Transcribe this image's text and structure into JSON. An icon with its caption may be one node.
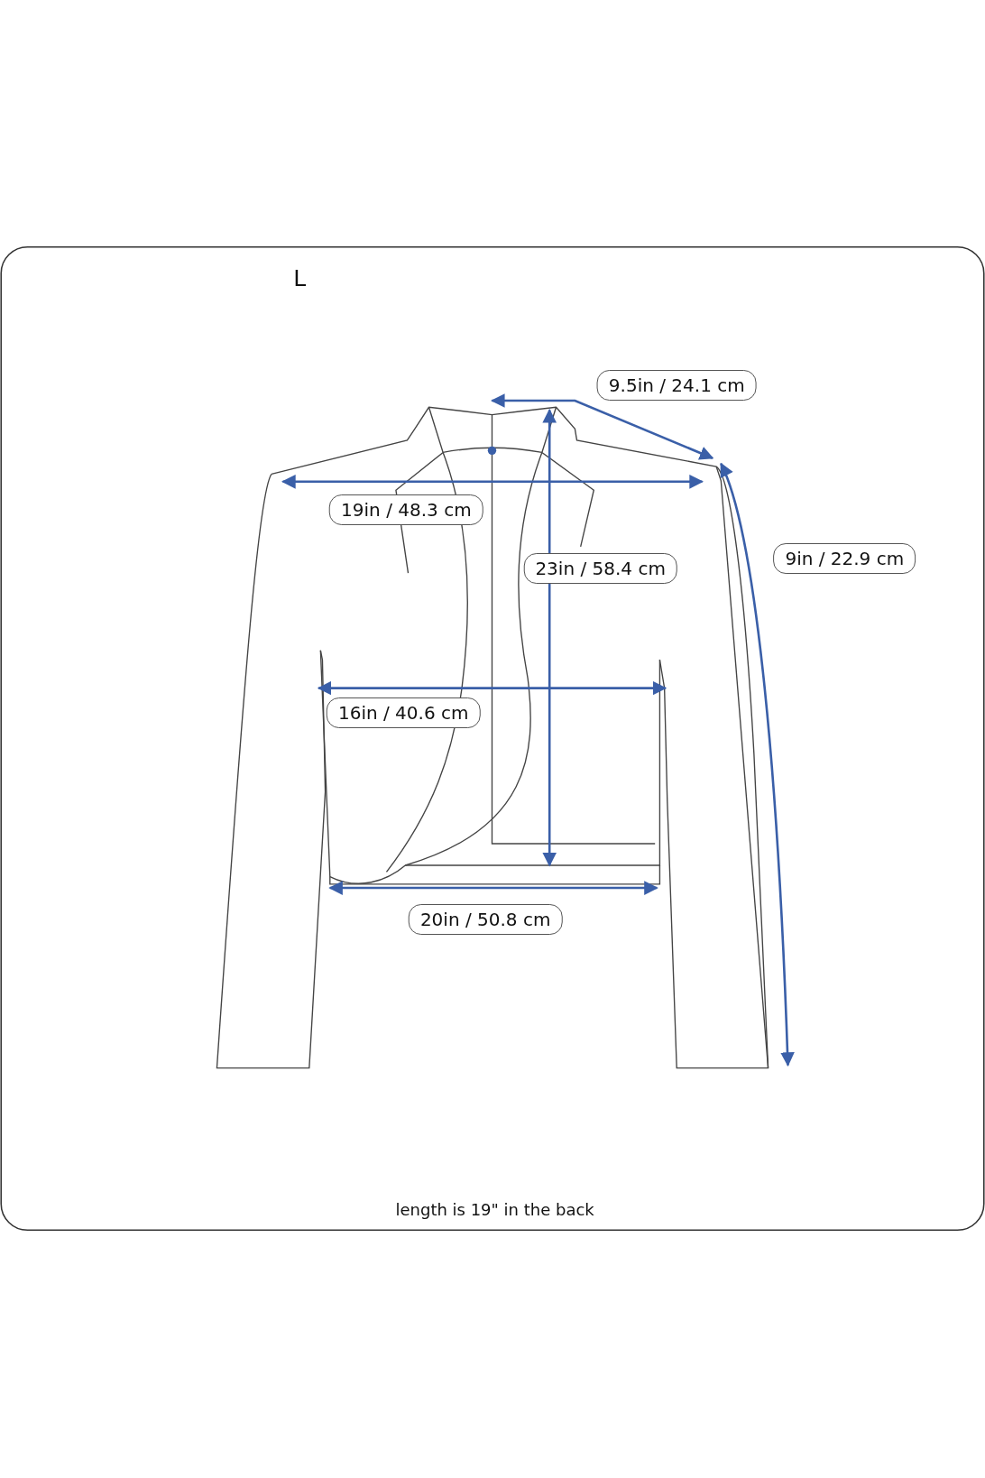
{
  "diagram": {
    "caption": "length is 19\" in the back",
    "labels": [
      "L",
      "9.5in / 24.1 cm",
      "19in / 48.3 cm",
      "23in / 58.4 cm",
      "9in / 22.9 cm",
      "16in / 40.6 cm",
      "20in / 50.8 cm"
    ]
  }
}
